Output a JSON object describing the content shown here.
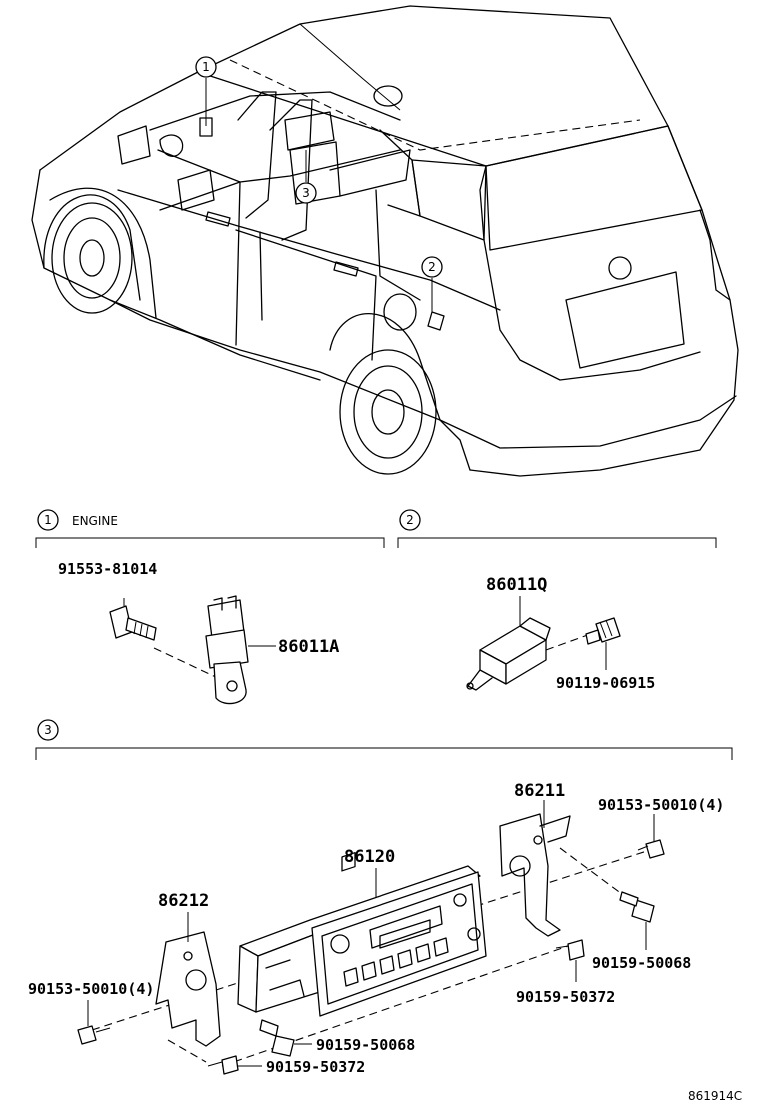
{
  "sections": [
    {
      "marker": "1",
      "label": "ENGINE"
    },
    {
      "marker": "2",
      "label": ""
    },
    {
      "marker": "3",
      "label": ""
    }
  ],
  "callouts": [
    "1",
    "2",
    "3"
  ],
  "parts": {
    "p91553_81014": "91553-81014",
    "p86011A": "86011A",
    "p86011Q": "86011Q",
    "p90119_06915": "90119-06915",
    "p86211": "86211",
    "p90153_50010_r": "90153-50010(4)",
    "p86120": "86120",
    "p86212": "86212",
    "p90153_50010_l": "90153-50010(4)",
    "p90159_50068_r": "90159-50068",
    "p90159_50372_r": "90159-50372",
    "p90159_50068_l": "90159-50068",
    "p90159_50372_l": "90159-50372"
  },
  "figure_id": "861914C"
}
